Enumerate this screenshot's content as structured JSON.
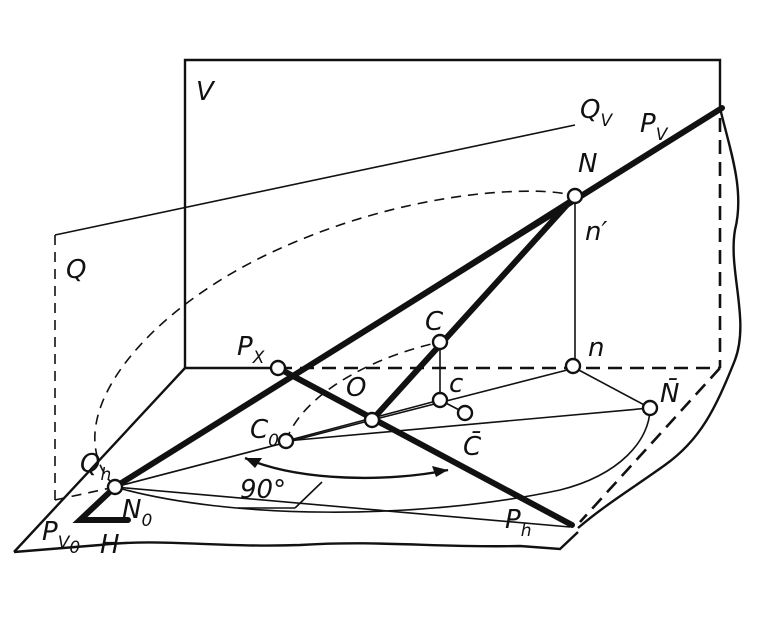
{
  "labels": {
    "V": "V",
    "Q": "Q",
    "Qv": "Q",
    "Qv_sub": "V",
    "Pv": "P",
    "Pv_sub": "V",
    "N": "N",
    "n_prime": "n′",
    "C_upper": "C",
    "Px": "P",
    "Px_sub": "X",
    "n": "n",
    "O": "O",
    "c_lower": "c",
    "N_bar": "N̄",
    "C0": "C",
    "C0_sub": "0",
    "C_bar": "C̄",
    "Qh": "Q",
    "Qh_sub": "h",
    "angle": "90°",
    "N0": "N",
    "N0_sub": "0",
    "Pv0": "P",
    "Pv0_sub": "V",
    "Pv0_subsub": "0",
    "H": "H",
    "Ph": "P",
    "Ph_sub": "h"
  }
}
